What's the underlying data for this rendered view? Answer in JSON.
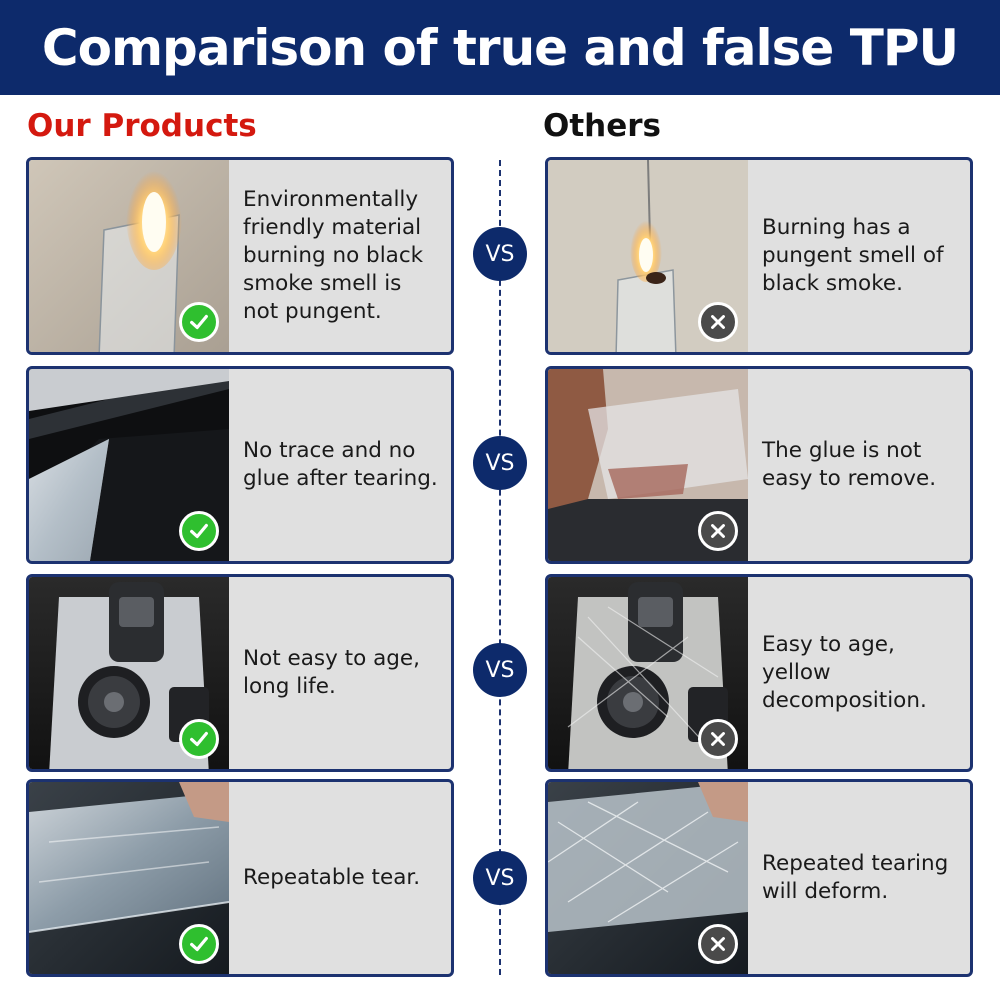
{
  "title": "Comparison of true and false TPU",
  "columns": {
    "ours": "Our Products",
    "others": "Others"
  },
  "vs_label": "VS",
  "colors": {
    "header": "#0d2a6b",
    "accent_red": "#d4190f",
    "check_green": "#2fbf2f",
    "card_bg": "#e0e0e0"
  },
  "rows": [
    {
      "ours": {
        "text": "Environmentally friendly material burning no black smoke smell is not pungent.",
        "icon": "check-icon"
      },
      "others": {
        "text": "Burning has a pungent smell of black smoke.",
        "icon": "cross-icon"
      }
    },
    {
      "ours": {
        "text": "No trace and no glue after tearing.",
        "icon": "check-icon"
      },
      "others": {
        "text": "The glue is not easy to remove.",
        "icon": "cross-icon"
      }
    },
    {
      "ours": {
        "text": "Not easy to age, long life.",
        "icon": "check-icon"
      },
      "others": {
        "text": "Easy to age, yellow decomposition.",
        "icon": "cross-icon"
      }
    },
    {
      "ours": {
        "text": "Repeatable tear.",
        "icon": "check-icon"
      },
      "others": {
        "text": "Repeated tearing will deform.",
        "icon": "cross-icon"
      }
    }
  ]
}
